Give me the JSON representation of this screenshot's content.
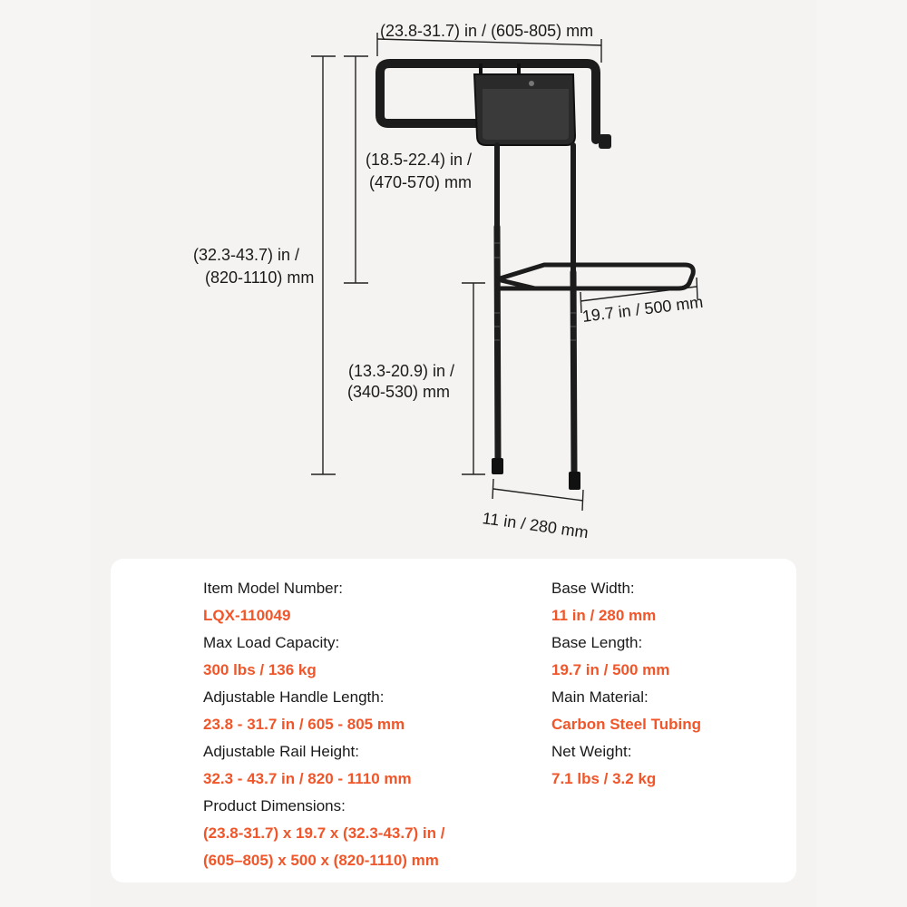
{
  "dimensions": {
    "handle_length": "(23.8-31.7) in / (605-805) mm",
    "handle_height_line1": "(18.5-22.4) in /",
    "handle_height_line2": "(470-570) mm",
    "total_height_line1": "(32.3-43.7) in /",
    "total_height_line2": "(820-1110) mm",
    "base_length": "19.7 in / 500 mm",
    "leg_height_line1": "(13.3-20.9) in /",
    "leg_height_line2": "(340-530) mm",
    "base_width": "11 in / 280 mm"
  },
  "specs": {
    "left": [
      {
        "label": "Item Model Number:",
        "value": "LQX-110049"
      },
      {
        "label": "Max Load Capacity:",
        "value": "300 lbs / 136 kg"
      },
      {
        "label": "Adjustable Handle Length:",
        "value": "23.8 - 31.7 in / 605 - 805 mm"
      },
      {
        "label": "Adjustable Rail Height:",
        "value": "32.3 - 43.7 in / 820 - 1110 mm"
      },
      {
        "label": "Product Dimensions:",
        "value": "(23.8-31.7) x 19.7 x (32.3-43.7) in /",
        "value2": "(605–805) x 500 x (820-1110) mm"
      }
    ],
    "right": [
      {
        "label": "Base Width:",
        "value": "11 in / 280 mm"
      },
      {
        "label": "Base Length:",
        "value": "19.7 in / 500 mm"
      },
      {
        "label": "Main Material:",
        "value": "Carbon Steel Tubing"
      },
      {
        "label": "Net Weight:",
        "value": "7.1 lbs / 3.2 kg"
      }
    ]
  },
  "colors": {
    "accent": "#f0562a",
    "text": "#1a1a1a",
    "frame": "#1c1c1c"
  }
}
